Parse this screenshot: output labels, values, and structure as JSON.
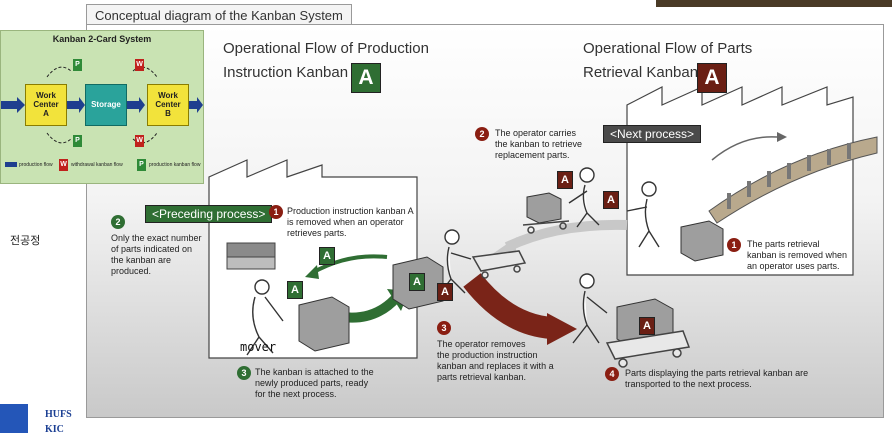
{
  "panel_title": "Conceptual diagram of the Kanban System",
  "left_heading": {
    "lines": [
      "Operational Flow of Production",
      "Instruction Kanban"
    ],
    "badge": "A"
  },
  "right_heading": {
    "lines": [
      "Operational Flow of Parts",
      "Retrieval Kanban"
    ],
    "badge": "A"
  },
  "tags": {
    "next_process": "<Next process>",
    "preceding_process": "<Preceding process>"
  },
  "steps": {
    "r2": {
      "num": "2",
      "lines": [
        "The operator carries",
        "the kanban to retrieve",
        "replacement parts."
      ]
    },
    "p1": {
      "num": "1",
      "lines": [
        "Production instruction kanban A",
        "is removed when an operator",
        "retrieves parts."
      ]
    },
    "p2": {
      "num": "2",
      "lines": [
        "Only the exact number",
        "of parts indicated on",
        "the kanban are",
        "produced."
      ]
    },
    "r1": {
      "num": "1",
      "lines": [
        "The parts retrieval",
        "kanban is removed when",
        "an operator uses parts."
      ]
    },
    "s3": {
      "num": "3",
      "lines": [
        "The operator removes",
        "the production instruction",
        "kanban and replaces it with a",
        "parts retrieval kanban."
      ]
    },
    "p3": {
      "num": "3",
      "lines": [
        "The kanban is attached to the",
        "newly produced parts, ready",
        "for the next process."
      ]
    },
    "r4": {
      "num": "4",
      "lines": [
        "Parts displaying the parts retrieval kanban are",
        "transported to the next  process."
      ]
    }
  },
  "kanban_letter": "A",
  "inset": {
    "title": "Kanban 2-Card System",
    "work_center_a": [
      "Work",
      "Center",
      "A"
    ],
    "storage": "Storage",
    "work_center_b": [
      "Work",
      "Center",
      "B"
    ],
    "p": "P",
    "w": "W",
    "legend": [
      "production flow",
      "withdrawal kanban flow",
      "production kanban flow"
    ]
  },
  "handwritten": {
    "mover": "mover",
    "korean": "전공정"
  },
  "logo": {
    "lines": [
      "HUFS",
      "KIC"
    ]
  },
  "colors": {
    "production_kanban": "#2f6e33",
    "retrieval_kanban": "#6a1f14",
    "inset_bg": "#c9e3b3",
    "work_center": "#f2e33b",
    "storage": "#2aa39b",
    "flow_arrow": "#1f3f8f"
  }
}
